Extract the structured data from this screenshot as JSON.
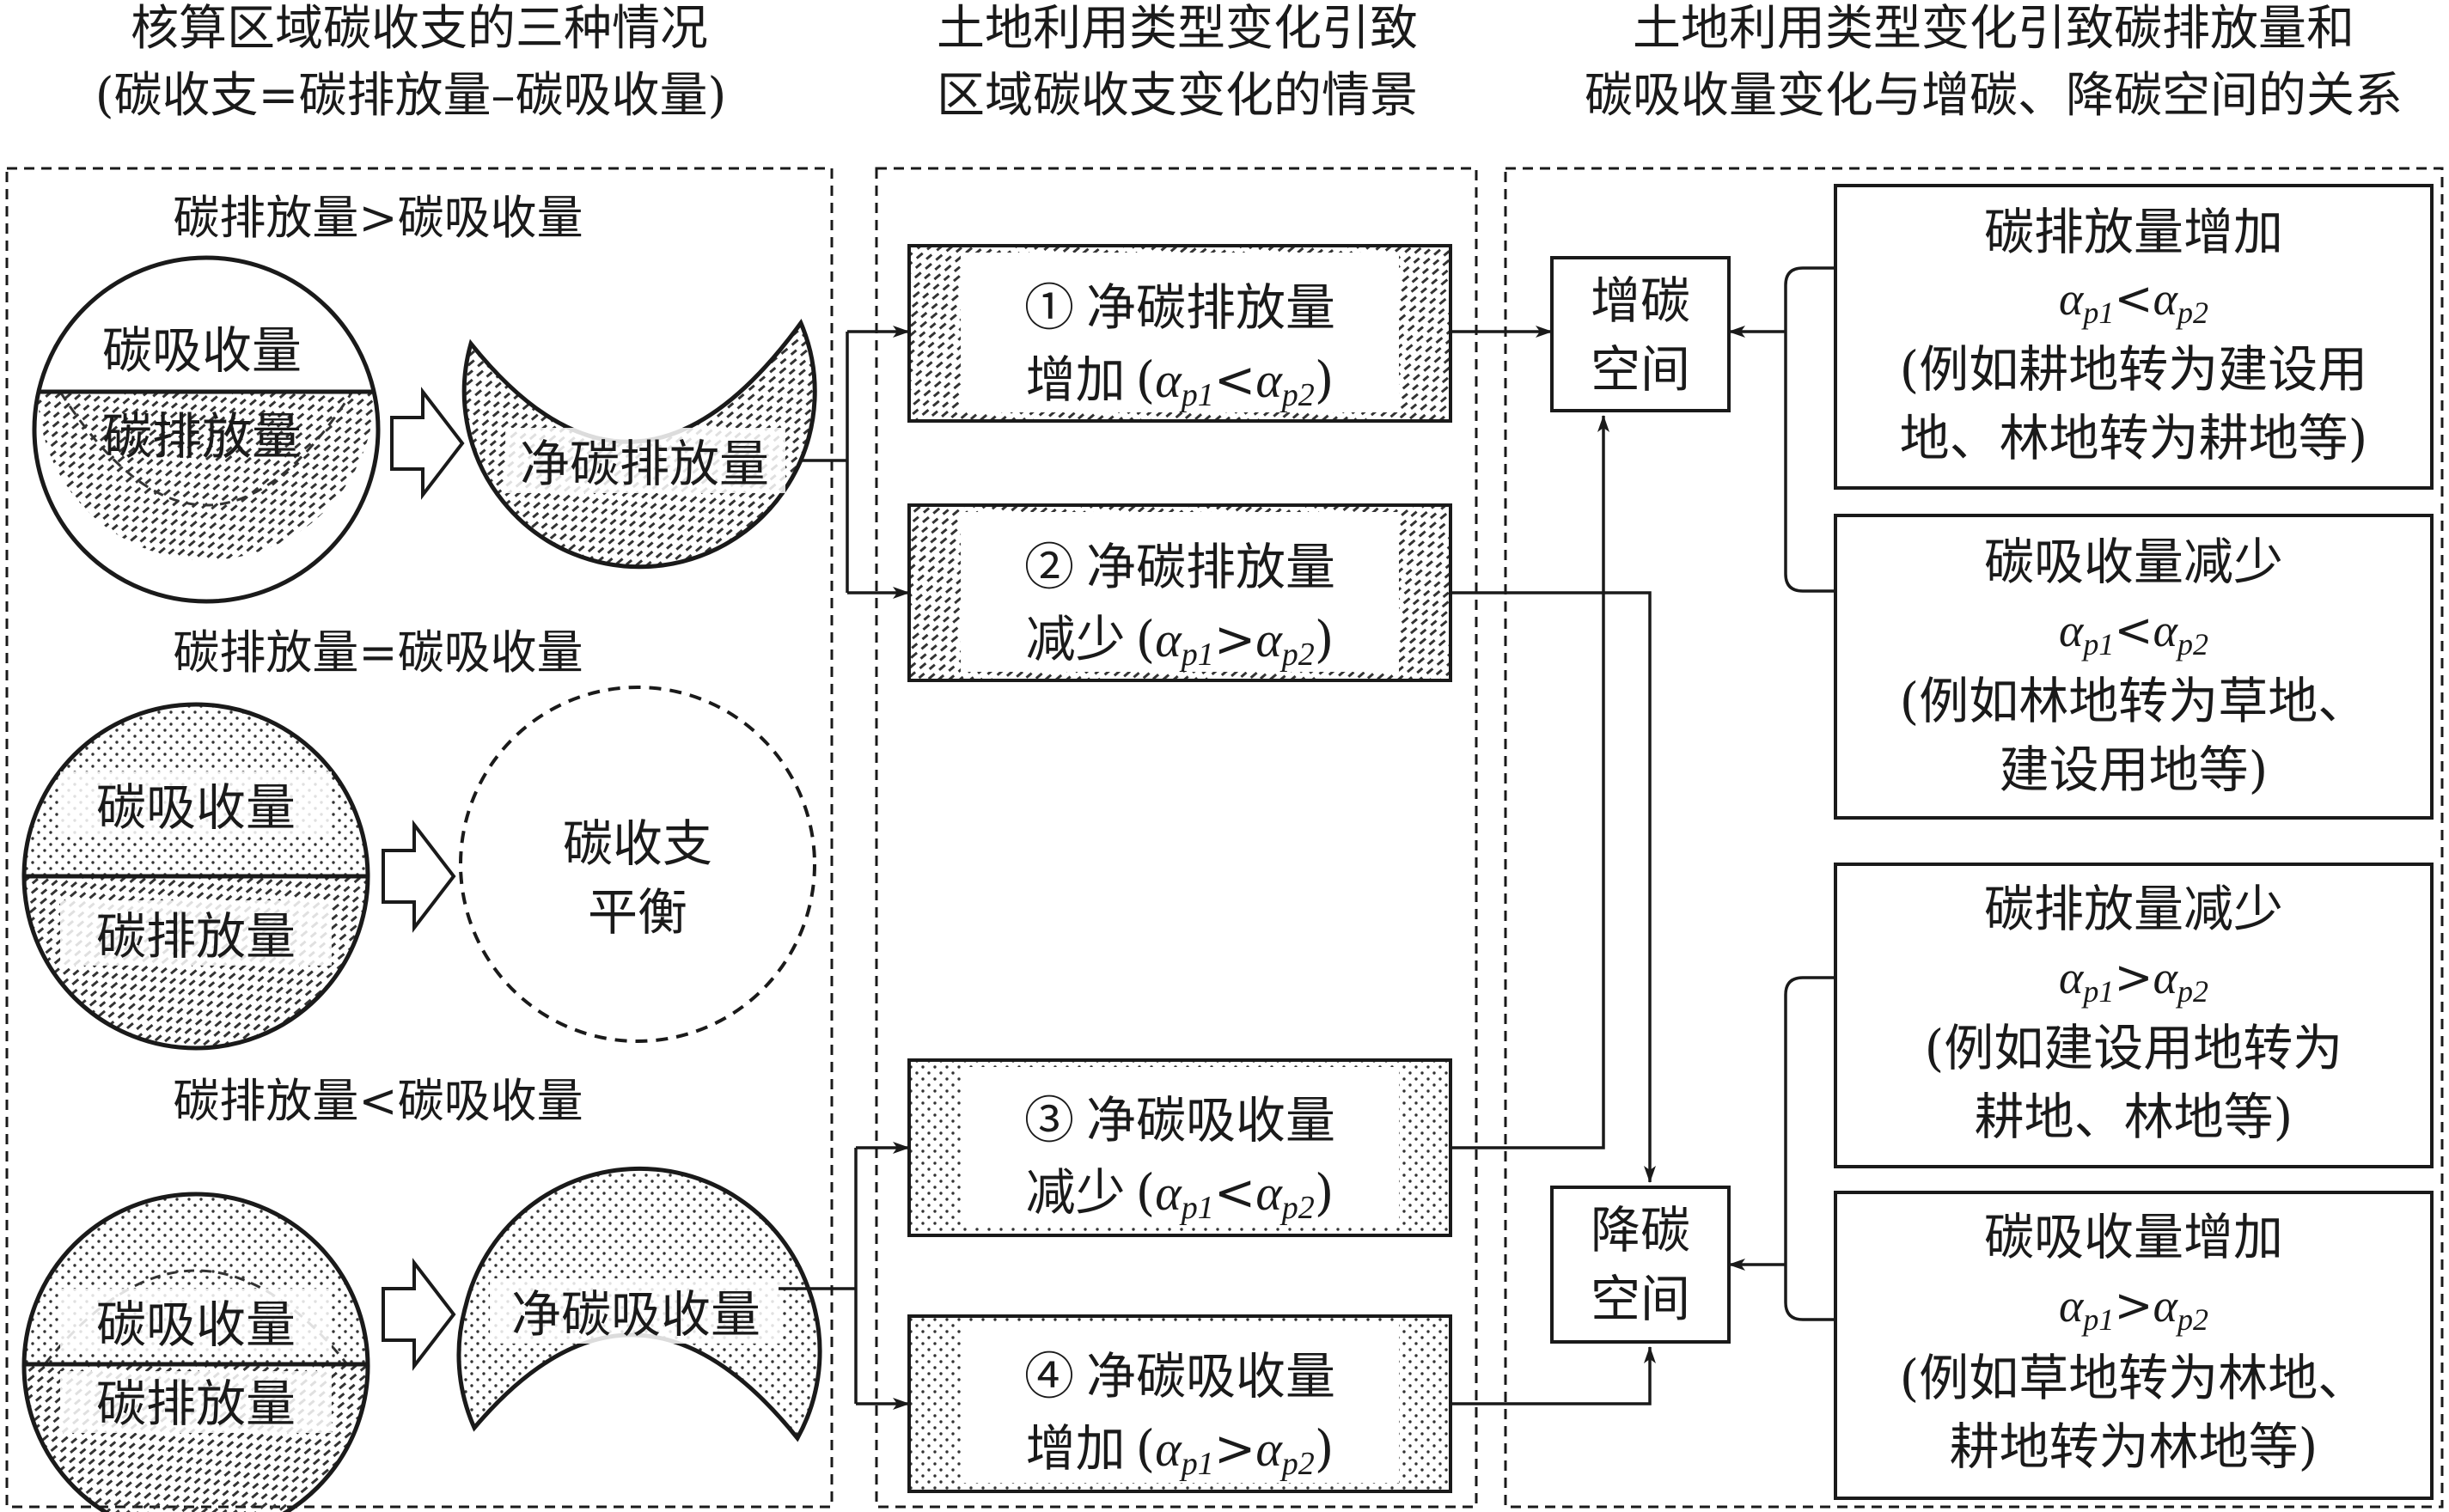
{
  "headers": {
    "col1_line1": "核算区域碳收支的三种情况",
    "col1_line2": "(碳收支=碳排放量–碳吸收量)",
    "col2_line1": "土地利用类型变化引致",
    "col2_line2": "区域碳收支变化的情景",
    "col3_line1": "土地利用类型变化引致碳排放量和",
    "col3_line2": "碳吸收量变化与增碳、降碳空间的关系"
  },
  "cases": {
    "case1_label": "碳排放量>碳吸收量",
    "case2_label": "碳排放量=碳吸收量",
    "case3_label": "碳排放量<碳吸收量",
    "absorb": "碳吸收量",
    "emit": "碳排放量",
    "net_emit": "净碳排放量",
    "net_absorb": "净碳吸收量",
    "balance_line1": "碳收支",
    "balance_line2": "平衡"
  },
  "scenarios": [
    {
      "num": "①",
      "title": "净碳排放量",
      "line2_word": "增加",
      "lhs": "α",
      "lsub": "p1",
      "op": "<",
      "rhs": "α",
      "rsub": "p2"
    },
    {
      "num": "②",
      "title": "净碳排放量",
      "line2_word": "减少",
      "lhs": "α",
      "lsub": "p1",
      "op": ">",
      "rhs": "α",
      "rsub": "p2"
    },
    {
      "num": "③",
      "title": "净碳吸收量",
      "line2_word": "减少",
      "lhs": "α",
      "lsub": "p1",
      "op": "<",
      "rhs": "α",
      "rsub": "p2"
    },
    {
      "num": "④",
      "title": "净碳吸收量",
      "line2_word": "增加",
      "lhs": "α",
      "lsub": "p1",
      "op": ">",
      "rhs": "α",
      "rsub": "p2"
    }
  ],
  "spaces": {
    "increase_line1": "增碳",
    "increase_line2": "空间",
    "decrease_line1": "降碳",
    "decrease_line2": "空间"
  },
  "relations": [
    {
      "title": "碳排放量增加",
      "op": "<",
      "ex1": "(例如耕地转为建设用",
      "ex2": "地、林地转为耕地等)"
    },
    {
      "title": "碳吸收量减少",
      "op": "<",
      "ex1": "(例如林地转为草地、",
      "ex2": "建设用地等)"
    },
    {
      "title": "碳排放量减少",
      "op": ">",
      "ex1": "(例如建设用地转为",
      "ex2": "耕地、林地等)"
    },
    {
      "title": "碳吸收量增加",
      "op": ">",
      "ex1": "(例如草地转为林地、",
      "ex2": "耕地转为林地等)"
    }
  ],
  "alpha": "α",
  "sub1": "p1",
  "sub2": "p2"
}
